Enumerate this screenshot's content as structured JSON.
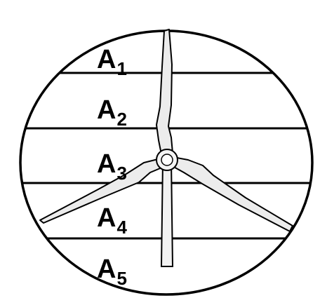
{
  "diagram": {
    "areas": [
      {
        "letter": "A",
        "index": "1"
      },
      {
        "letter": "A",
        "index": "2"
      },
      {
        "letter": "A",
        "index": "3"
      },
      {
        "letter": "A",
        "index": "4"
      },
      {
        "letter": "A",
        "index": "5"
      }
    ],
    "colors": {
      "stroke": "#000000",
      "blade_fill": "#ececec",
      "tower_fill": "#f2f2f2",
      "background": "#ffffff"
    }
  }
}
